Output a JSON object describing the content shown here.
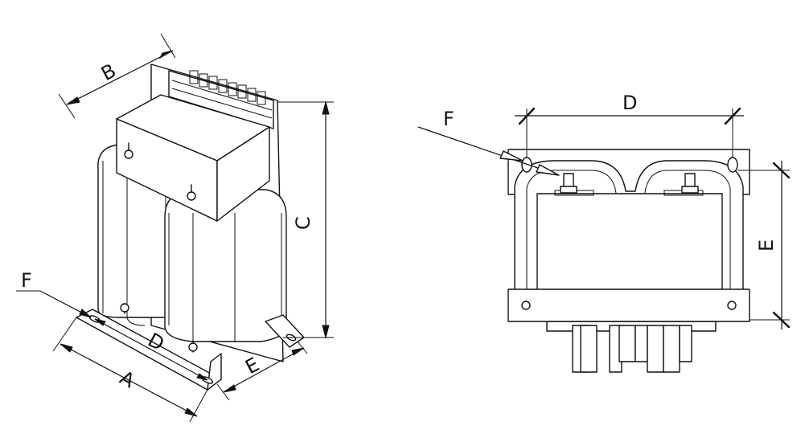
{
  "diagram": {
    "iso_view": {
      "labels": {
        "a": "A",
        "b": "B",
        "c": "C",
        "d": "D",
        "e": "E",
        "f": "F"
      }
    },
    "front_view": {
      "labels": {
        "d": "D",
        "e": "E",
        "f": "F"
      }
    },
    "colors": {
      "line": "#111111",
      "background": "#ffffff"
    }
  }
}
